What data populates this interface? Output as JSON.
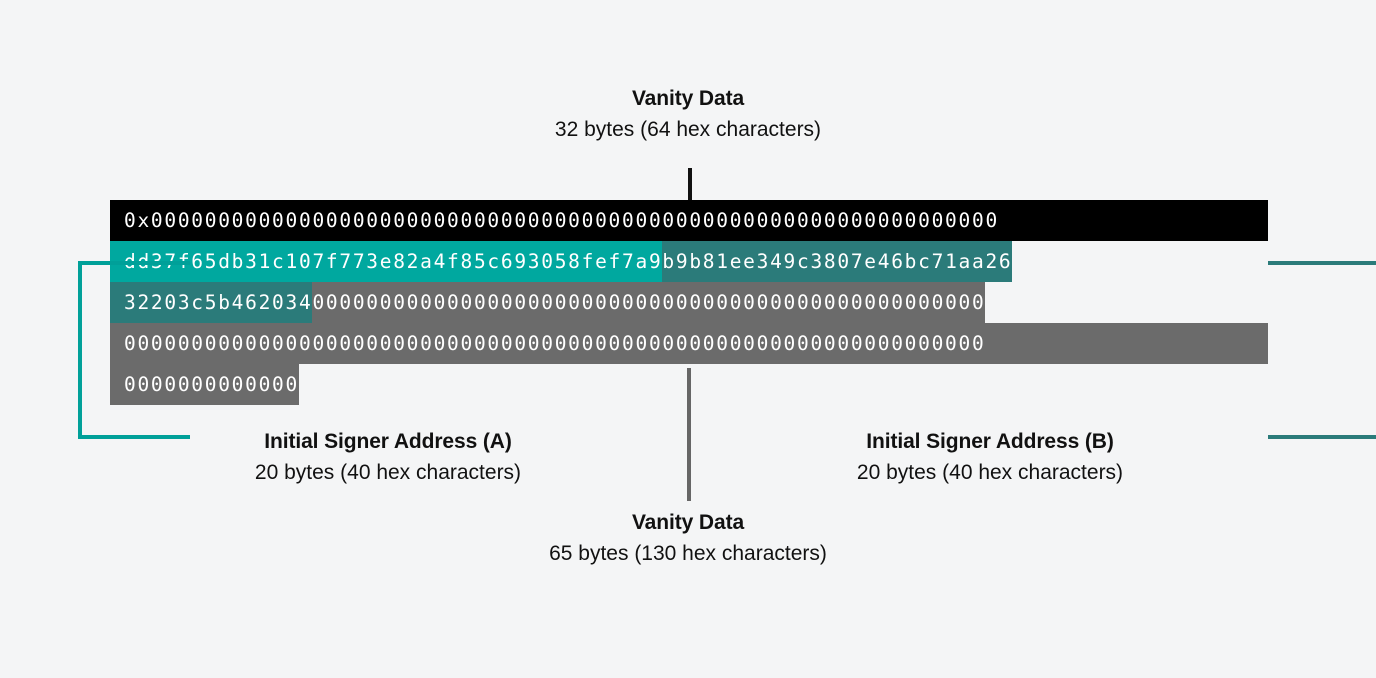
{
  "diagram": {
    "title_top": "Vanity Data",
    "subtitle_top": "32 bytes (64 hex characters)",
    "title_bottom": "Vanity Data",
    "subtitle_bottom": "65 bytes (130 hex characters)",
    "signer_a_title": "Initial Signer Address (A)",
    "signer_a_subtitle": "20 bytes (40 hex characters)",
    "signer_b_title": "Initial Signer Address (B)",
    "signer_b_subtitle": "20 bytes (40 hex characters)"
  },
  "colors": {
    "background": "#f4f5f6",
    "vanity_top_block": "#000000",
    "signer_a": "#00a89f",
    "signer_b": "#2b7b7a",
    "vanity_bottom_block": "#6b6b6b",
    "bracket_left": "#00a099",
    "bracket_right": "#2b7b7a",
    "connector_top": "#111111",
    "connector_bottom": "#666666",
    "text": "#111111",
    "hex_text": "#ffffff"
  },
  "hex": {
    "prefix": "0x",
    "row1_zeros": "000000000000000000000000000000000000000000000000000000000000000",
    "signer_a_hex": "dd37f65db31c107f773e82a4f85c693058fef7a9",
    "signer_b_hex_line2": "b9b81ee349c3807e46bc71aa26",
    "signer_b_hex_line3": "32203c5b462034",
    "row3_zeros": "00000000000000000000000000000000000000000000000000",
    "row4_zeros": "0000000000000000000000000000000000000000000000000000000000000000",
    "row5_zeros": "0000000000000"
  }
}
